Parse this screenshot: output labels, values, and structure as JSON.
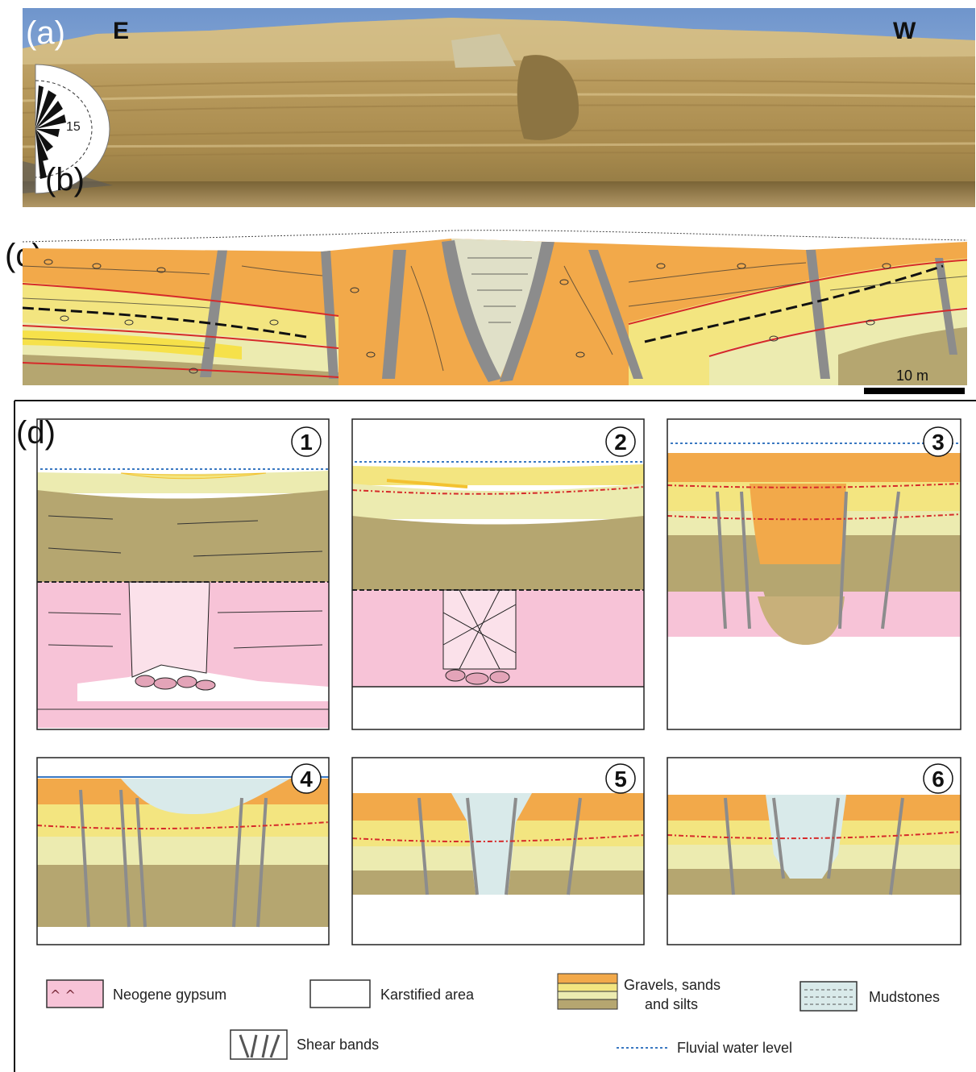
{
  "panels": {
    "a": {
      "label": "(a)",
      "east": "E",
      "west": "W"
    },
    "b": {
      "label": "(b)",
      "rose_value": "15"
    },
    "c": {
      "label": "(c)",
      "scale_bar": "10 m"
    },
    "d": {
      "label": "(d)",
      "steps": [
        "1",
        "2",
        "3",
        "4",
        "5",
        "6"
      ]
    }
  },
  "legend": {
    "gypsum": "Neogene gypsum",
    "karst": "Karstified area",
    "gravels_line1": "Gravels, sands",
    "gravels_line2": "and silts",
    "mudstones": "Mudstones",
    "shear": "Shear bands",
    "water": "Fluvial water level"
  },
  "colors": {
    "orange": "#f2a94a",
    "yellow": "#f3e580",
    "pale_yellow": "#ecebb0",
    "olive": "#b5a670",
    "gypsum": "#f7c3d7",
    "mud": "#d9eaea",
    "grey": "#8c8c8c",
    "red": "#d62a2a",
    "water": "#3a78c2"
  }
}
